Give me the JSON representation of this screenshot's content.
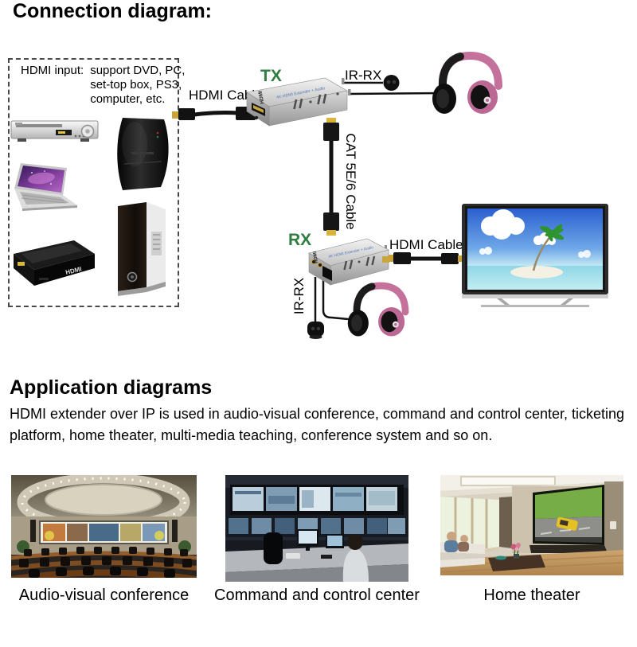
{
  "page": {
    "title": "Connection diagram:"
  },
  "diagram": {
    "input_box": {
      "label": "HDMI input:",
      "line1": "support DVD, PC,",
      "line2": "set-top box, PS3,",
      "line3": "computer, etc.",
      "settop_text": "HDMI"
    },
    "tx": {
      "label": "TX",
      "unit_text": "4K HDMI Extender + Audio",
      "logo": "HDMI"
    },
    "rx": {
      "label": "RX",
      "unit_text": "4K HDMI Extender + Audio",
      "logo": "HDMI"
    },
    "cables": {
      "hdmi_tx": "HDMI Cable",
      "hdmi_rx": "HDMI Cable",
      "cat": "CAT 5E/6 Cable",
      "ir_top": "IR-RX",
      "ir_bottom": "IR-RX"
    },
    "colors": {
      "endpoint_label_green": "#2e7d41",
      "headphone_pink": "#c4719c",
      "connector_gold": "#c9a23a"
    }
  },
  "applications": {
    "title": "Application diagrams",
    "description": "HDMI extender over IP is used in audio-visual conference, command and control center, ticketing platform, home theater, multi-media teaching, conference system and so on.",
    "items": [
      {
        "caption": "Audio-visual conference"
      },
      {
        "caption": "Command and control center"
      },
      {
        "caption": "Home theater"
      }
    ]
  }
}
